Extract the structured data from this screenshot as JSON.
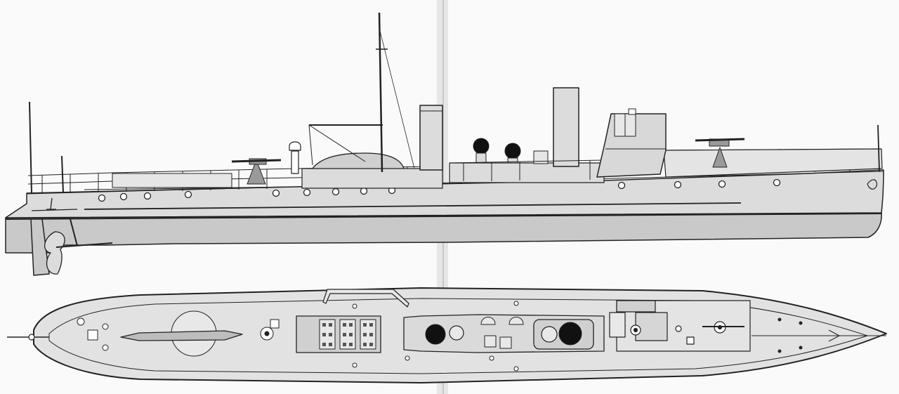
{
  "colors": {
    "paper": "#fafafa",
    "page_shadow": "#e4e4e4",
    "ink": "#222222",
    "hull_grey": "#c9c9c9",
    "upper_grey": "#dcdcdc",
    "deck_grey": "#e2e2e2",
    "fitting_grey": "#bdbdbd",
    "dark": "#111111",
    "dark_grey": "#8a8a8a"
  },
  "views": [
    "side-profile",
    "deck-plan"
  ],
  "icons": [
    "mast",
    "funnel",
    "ventilator",
    "deck-gun",
    "torpedo-tube",
    "propeller",
    "rudder",
    "bridge",
    "skylight",
    "porthole"
  ]
}
